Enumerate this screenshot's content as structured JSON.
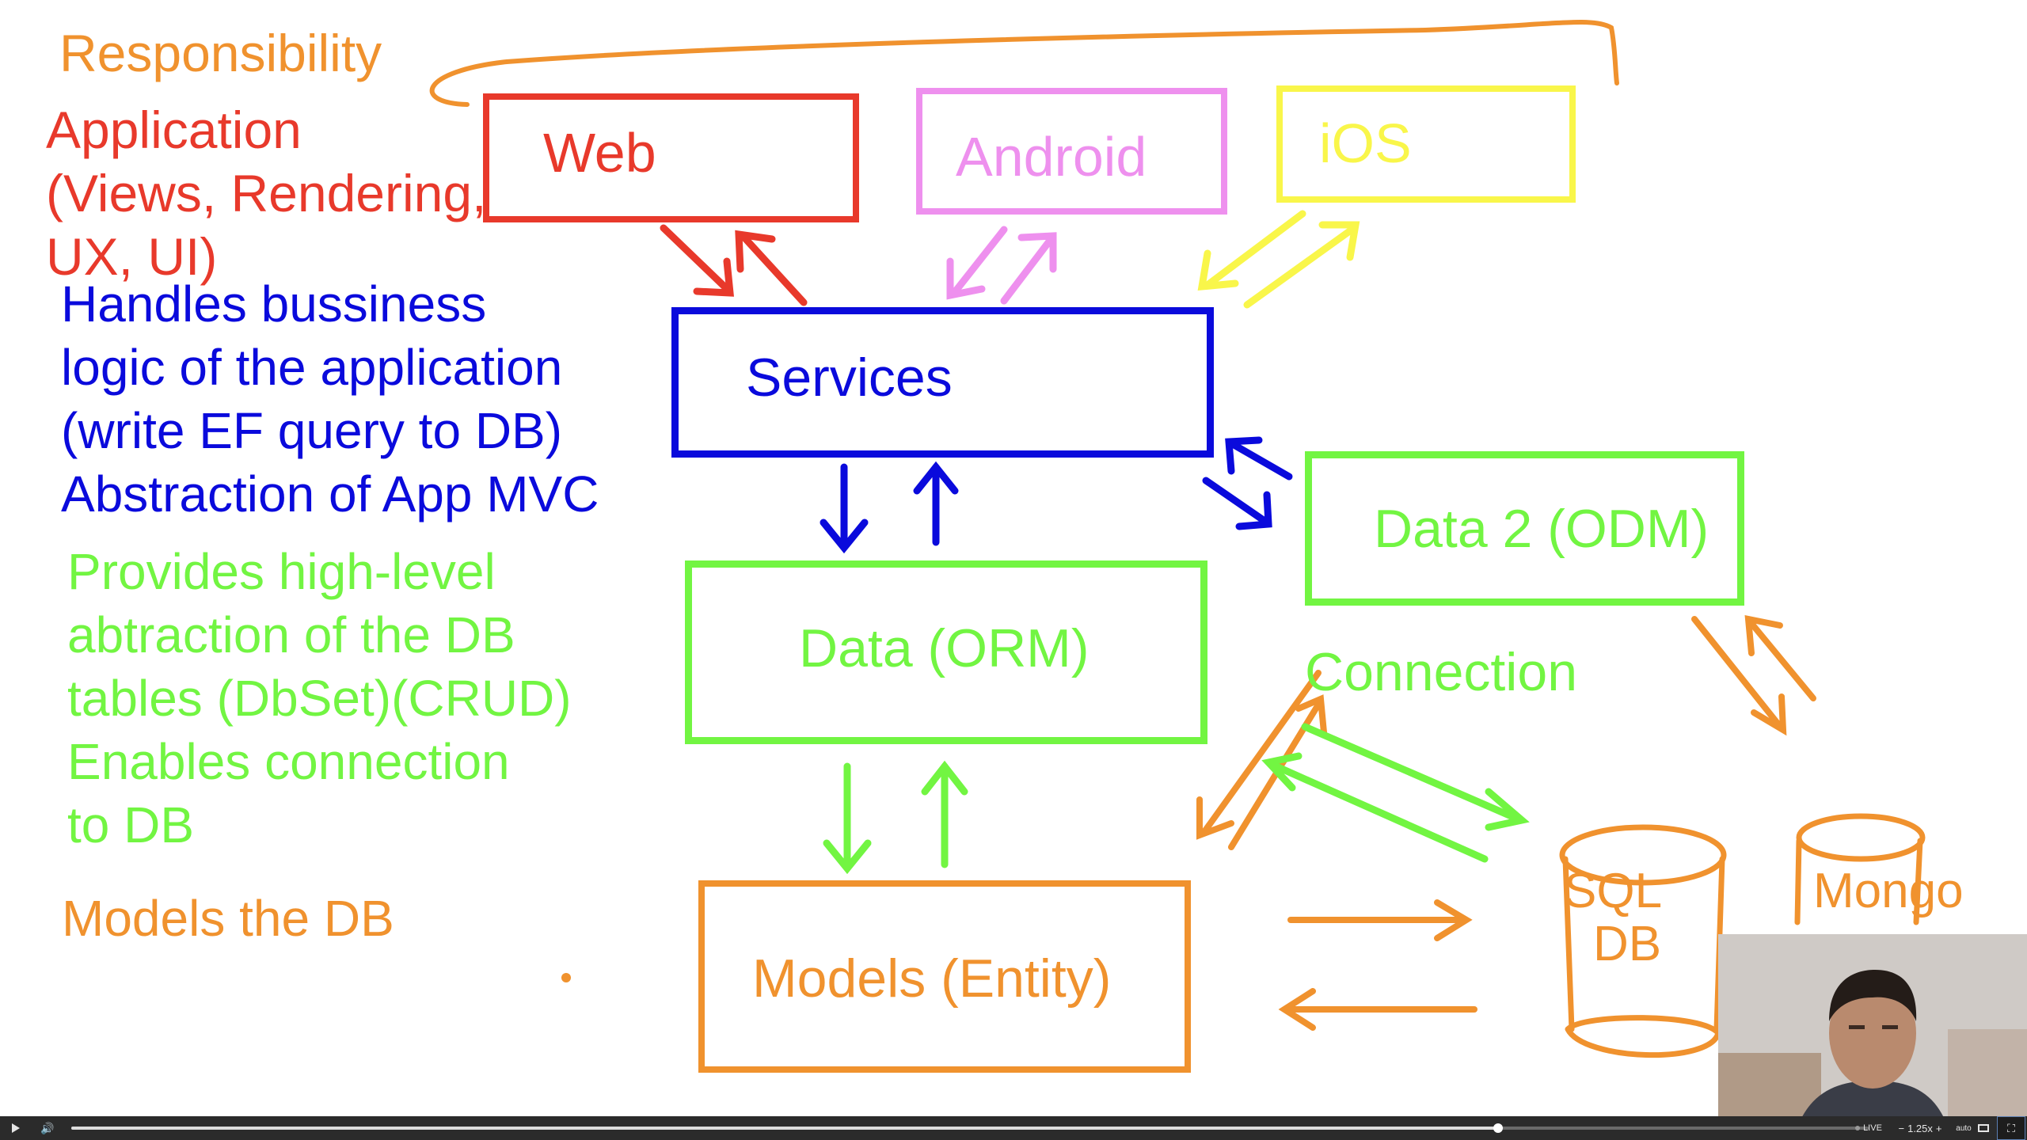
{
  "sidebar_notes": {
    "heading": "Responsibility",
    "application": [
      "Application",
      "(Views, Rendering,",
      "UX, UI)"
    ],
    "services": [
      "Handles bussiness",
      "logic of the application",
      "(write EF query to DB)",
      "Abstraction of App MVC"
    ],
    "data": [
      "Provides high-level",
      "abtraction of the DB",
      "tables (DbSet)(CRUD)",
      "Enables connection",
      "to DB"
    ],
    "models": "Models the DB"
  },
  "boxes": {
    "web": "Web",
    "android": "Android",
    "ios": "iOS",
    "services": "Services",
    "data_orm": "Data (ORM)",
    "data_odm": "Data 2 (ODM)",
    "models": "Models (Entity)",
    "connection": "Connection",
    "sql_db": [
      "SQL",
      "DB"
    ],
    "mongo": "Mongo"
  },
  "colors": {
    "orange": "#f0922e",
    "red": "#e8392b",
    "pink": "#ee90ee",
    "yellow": "#f9f64a",
    "blue": "#0a0adc",
    "green": "#72f542"
  },
  "player": {
    "play_icon": "play-icon",
    "volume_icon": "volume-icon",
    "progress": 0.794,
    "live_label": "LIVE",
    "speed_label": "1.25x",
    "quality_label": "auto",
    "pip_icon": "pip-icon",
    "fullscreen_icon": "fullscreen-icon"
  }
}
